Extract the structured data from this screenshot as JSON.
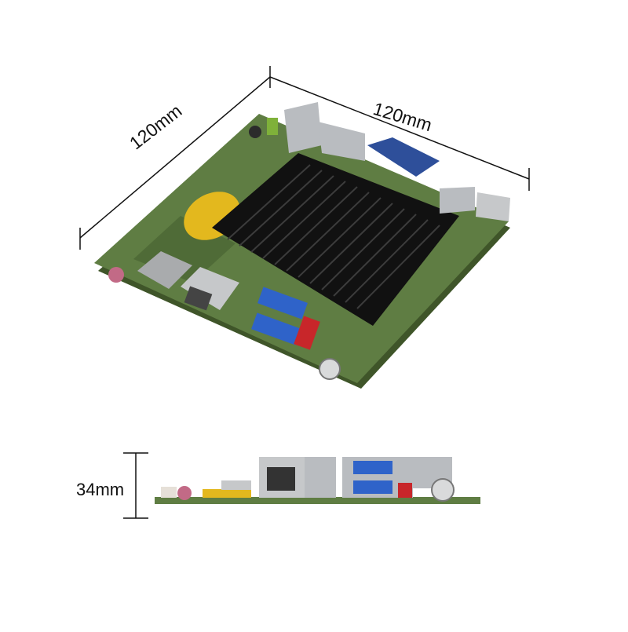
{
  "dimensions": {
    "depth_label": "120mm",
    "width_label": "120mm",
    "height_label": "34mm"
  },
  "colors": {
    "pcb_green": "#5f7d43",
    "heatsink_black": "#1c1c1c",
    "vga_blue": "#2e4f9a",
    "usb_blue": "#2f63c9",
    "audio_pink": "#c26a86",
    "battery_yellow": "#e3b81e",
    "connector_red": "#c8262a",
    "metal_gray": "#b9bcc0"
  }
}
